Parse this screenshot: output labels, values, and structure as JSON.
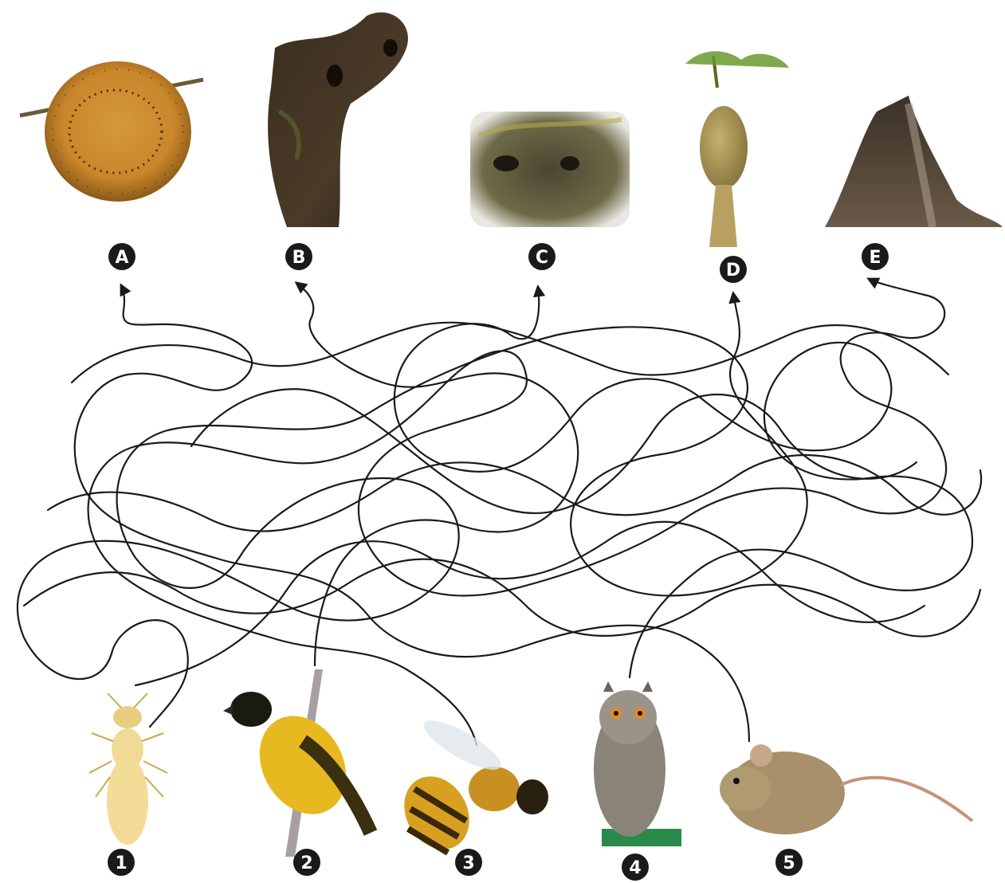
{
  "homes": [
    {
      "letter": "A",
      "icon": "hanging-nest-icon"
    },
    {
      "letter": "B",
      "icon": "hollow-tree-trunk-icon"
    },
    {
      "letter": "C",
      "icon": "burrow-in-ground-icon"
    },
    {
      "letter": "D",
      "icon": "woven-nest-icon"
    },
    {
      "letter": "E",
      "icon": "termite-mound-icon"
    }
  ],
  "animals": [
    {
      "number": "1",
      "icon": "termite-icon"
    },
    {
      "number": "2",
      "icon": "weaver-bird-icon"
    },
    {
      "number": "3",
      "icon": "honey-bee-icon"
    },
    {
      "number": "4",
      "icon": "owl-icon"
    },
    {
      "number": "5",
      "icon": "mouse-icon"
    }
  ],
  "colors": {
    "line": "#1a1a1a",
    "badge": "#1a1a1a",
    "background": "#ffffff"
  }
}
